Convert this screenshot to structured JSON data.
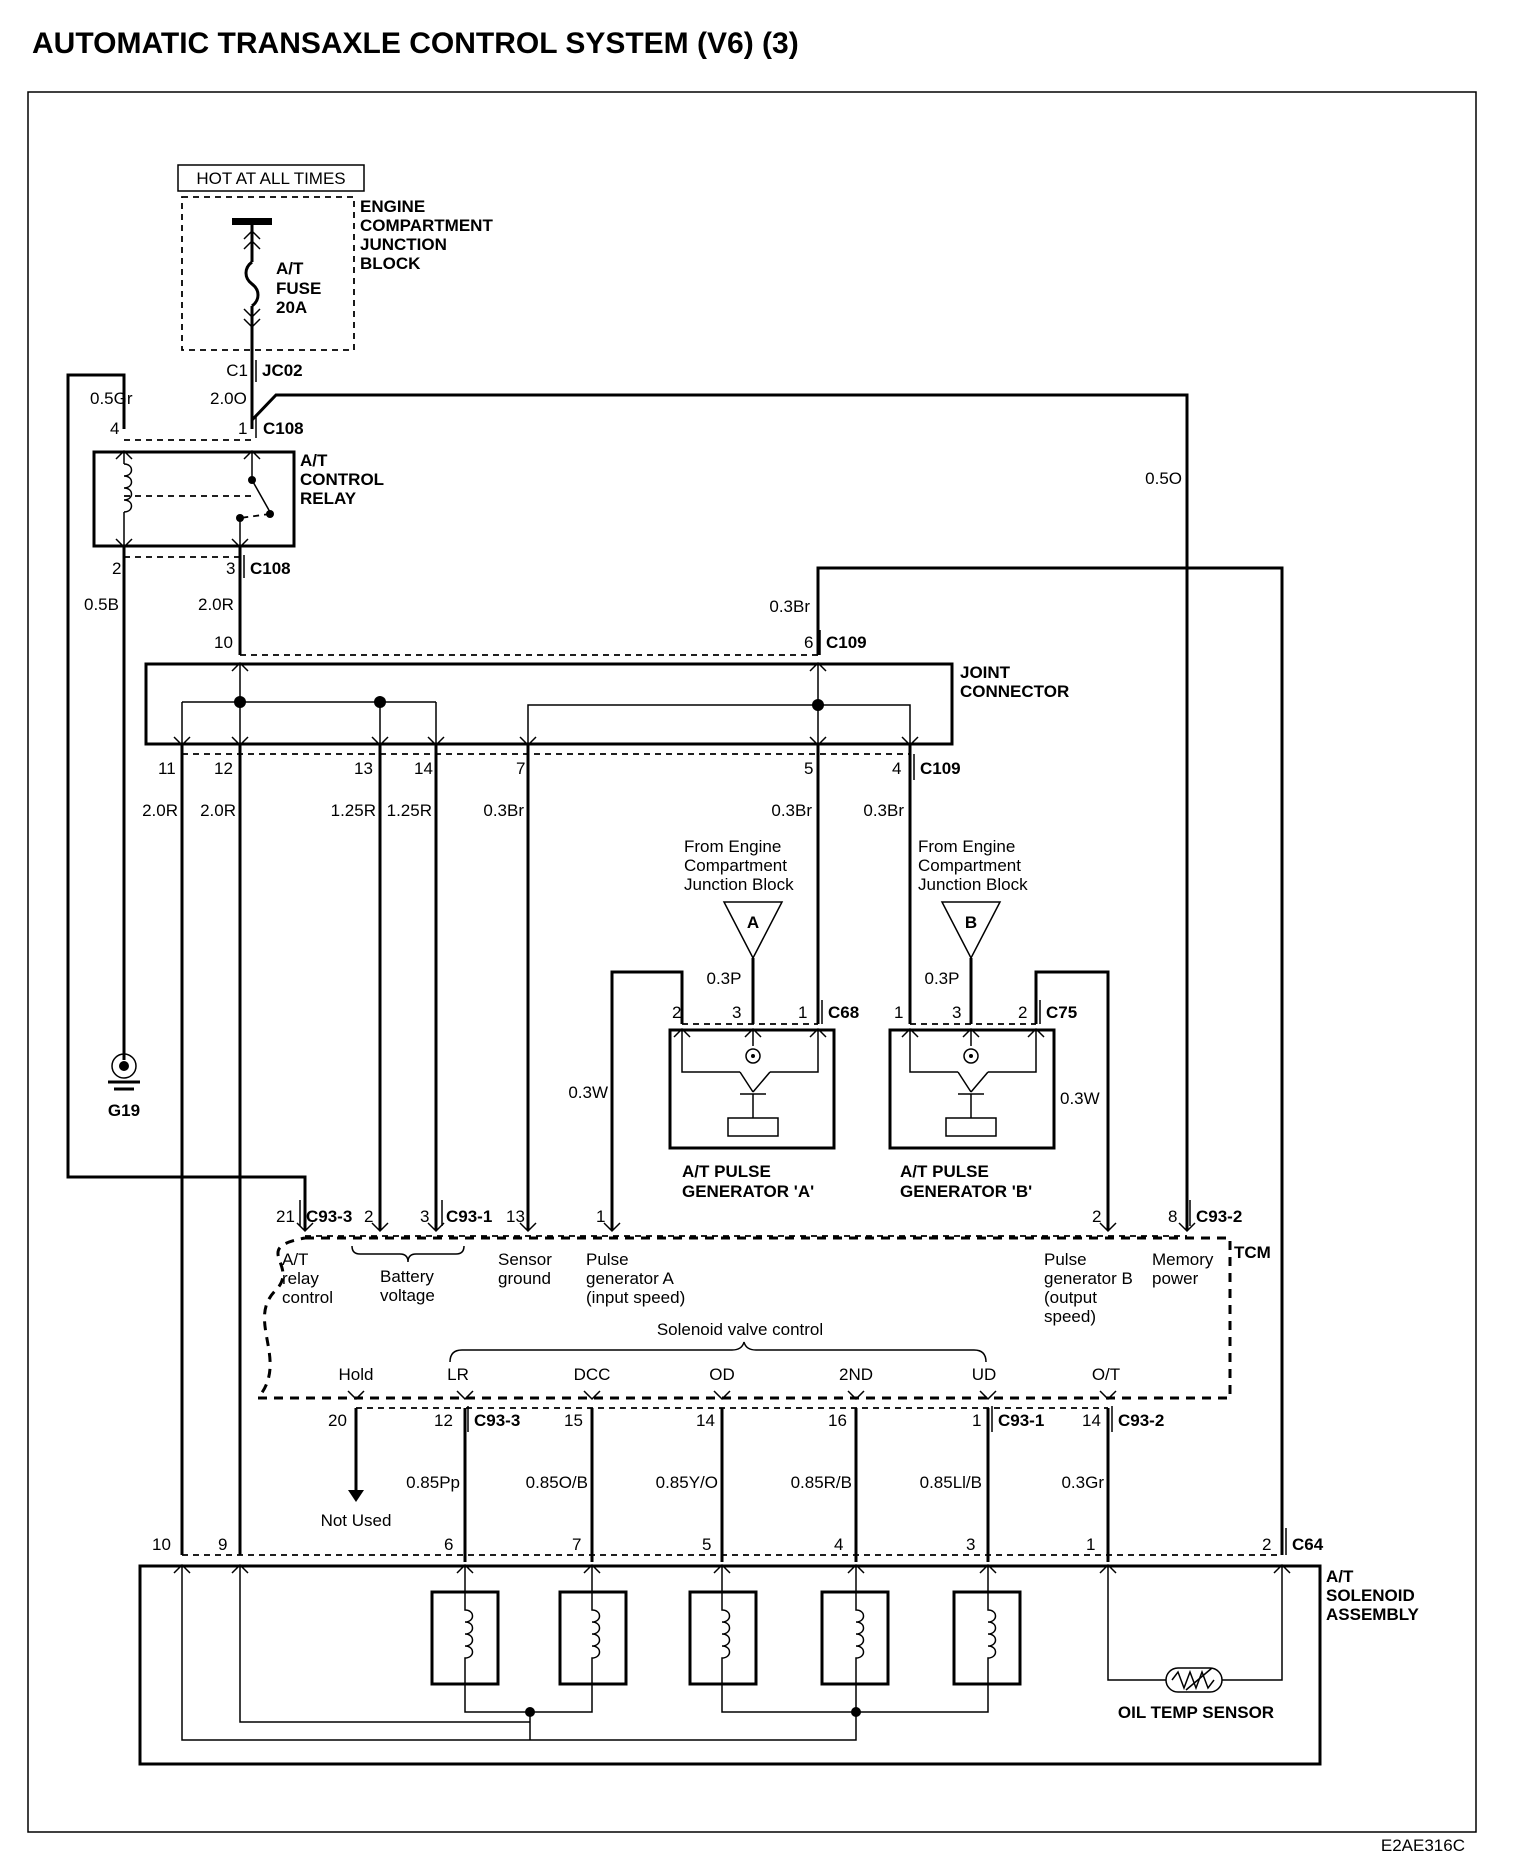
{
  "title": "AUTOMATIC TRANSAXLE CONTROL SYSTEM (V6) (3)",
  "figure_code": "E2AE316C",
  "components": {
    "ejb": {
      "hot": "HOT AT ALL TIMES",
      "l1": "ENGINE",
      "l2": "COMPARTMENT",
      "l3": "JUNCTION",
      "l4": "BLOCK",
      "fuse1": "A/T",
      "fuse2": "FUSE",
      "fuse3": "20A",
      "c1": "C1",
      "jc": "JC02"
    },
    "relay": {
      "l1": "A/T",
      "l2": "CONTROL",
      "l3": "RELAY"
    },
    "joint": {
      "l1": "JOINT",
      "l2": "CONNECTOR"
    },
    "ground": "G19",
    "pga": {
      "l1": "A/T PULSE",
      "l2": "GENERATOR 'A'",
      "from1": "From Engine",
      "from2": "Compartment",
      "from3": "Junction Block",
      "ref": "A"
    },
    "pgb": {
      "l1": "A/T PULSE",
      "l2": "GENERATOR 'B'",
      "from1": "From Engine",
      "from2": "Compartment",
      "from3": "Junction Block",
      "ref": "B"
    },
    "tcm": "TCM",
    "solenoid": {
      "l1": "A/T",
      "l2": "SOLENOID",
      "l3": "ASSEMBLY",
      "sensor": "OIL TEMP SENSOR"
    }
  },
  "connectors": {
    "c108a": "C108",
    "c108b": "C108",
    "c109a": "C109",
    "c109b": "C109",
    "c68": "C68",
    "c75": "C75",
    "c93_3a": "C93-3",
    "c93_1a": "C93-1",
    "c93_2a": "C93-2",
    "c93_3b": "C93-3",
    "c93_1b": "C93-1",
    "c93_2b": "C93-2",
    "c64": "C64"
  },
  "wires": {
    "w05gr": "0.5Gr",
    "w20o": "2.0O",
    "w05o": "0.5O",
    "w05b": "0.5B",
    "w20r_top": "2.0R",
    "w03br_top": "0.3Br",
    "w20r_a": "2.0R",
    "w20r_b": "2.0R",
    "w125r_a": "1.25R",
    "w125r_b": "1.25R",
    "w03br_a": "0.3Br",
    "w03br_b": "0.3Br",
    "w03br_c": "0.3Br",
    "w03p_a": "0.3P",
    "w03p_b": "0.3P",
    "w03w_a": "0.3W",
    "w03w_b": "0.3W",
    "w085pp": "0.85Pp",
    "w085ob": "0.85O/B",
    "w085yo": "0.85Y/O",
    "w085rb": "0.85R/B",
    "w085lib": "0.85Ll/B",
    "w03gr": "0.3Gr"
  },
  "pins": {
    "r4": "4",
    "r1": "1",
    "r2": "2",
    "r3": "3",
    "j10": "10",
    "j6": "6",
    "j11": "11",
    "j12": "12",
    "j13": "13",
    "j14": "14",
    "j7": "7",
    "j5": "5",
    "j4": "4",
    "a2": "2",
    "a3": "3",
    "a1": "1",
    "b1": "1",
    "b3": "3",
    "b2": "2",
    "t21": "21",
    "t2": "2",
    "t3": "3",
    "t13": "13",
    "t1": "1",
    "t2b": "2",
    "t8": "8",
    "t20": "20",
    "t12": "12",
    "t15": "15",
    "t14": "14",
    "t16": "16",
    "t1b": "1",
    "t14b": "14",
    "s10": "10",
    "s9": "9",
    "s6": "6",
    "s7": "7",
    "s5": "5",
    "s4": "4",
    "s3": "3",
    "s1": "1",
    "s2": "2"
  },
  "tcm_labels": {
    "relay1": "A/T",
    "relay2": "relay",
    "relay3": "control",
    "bat1": "Battery",
    "bat2": "voltage",
    "sg1": "Sensor",
    "sg2": "ground",
    "pa1": "Pulse",
    "pa2": "generator A",
    "pa3": "(input speed)",
    "pb1": "Pulse",
    "pb2": "generator B",
    "pb3": "(output",
    "pb4": "speed)",
    "mem1": "Memory",
    "mem2": "power",
    "svc": "Solenoid valve control",
    "hold": "Hold",
    "lr": "LR",
    "dcc": "DCC",
    "od": "OD",
    "nd": "2ND",
    "ud": "UD",
    "ot": "O/T",
    "notused": "Not Used"
  }
}
